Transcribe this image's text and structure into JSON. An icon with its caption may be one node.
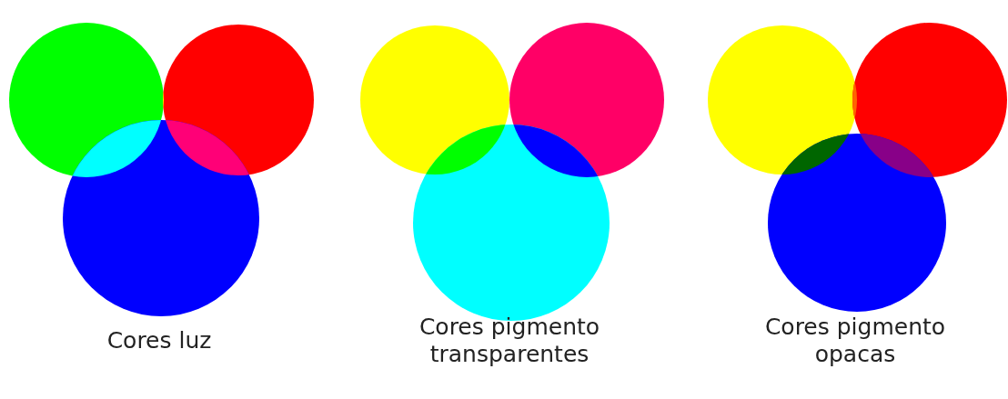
{
  "diagram": {
    "labels": [
      "Cores luz",
      "Cores pigmento transparentes",
      "Cores pigmento opacas"
    ]
  }
}
